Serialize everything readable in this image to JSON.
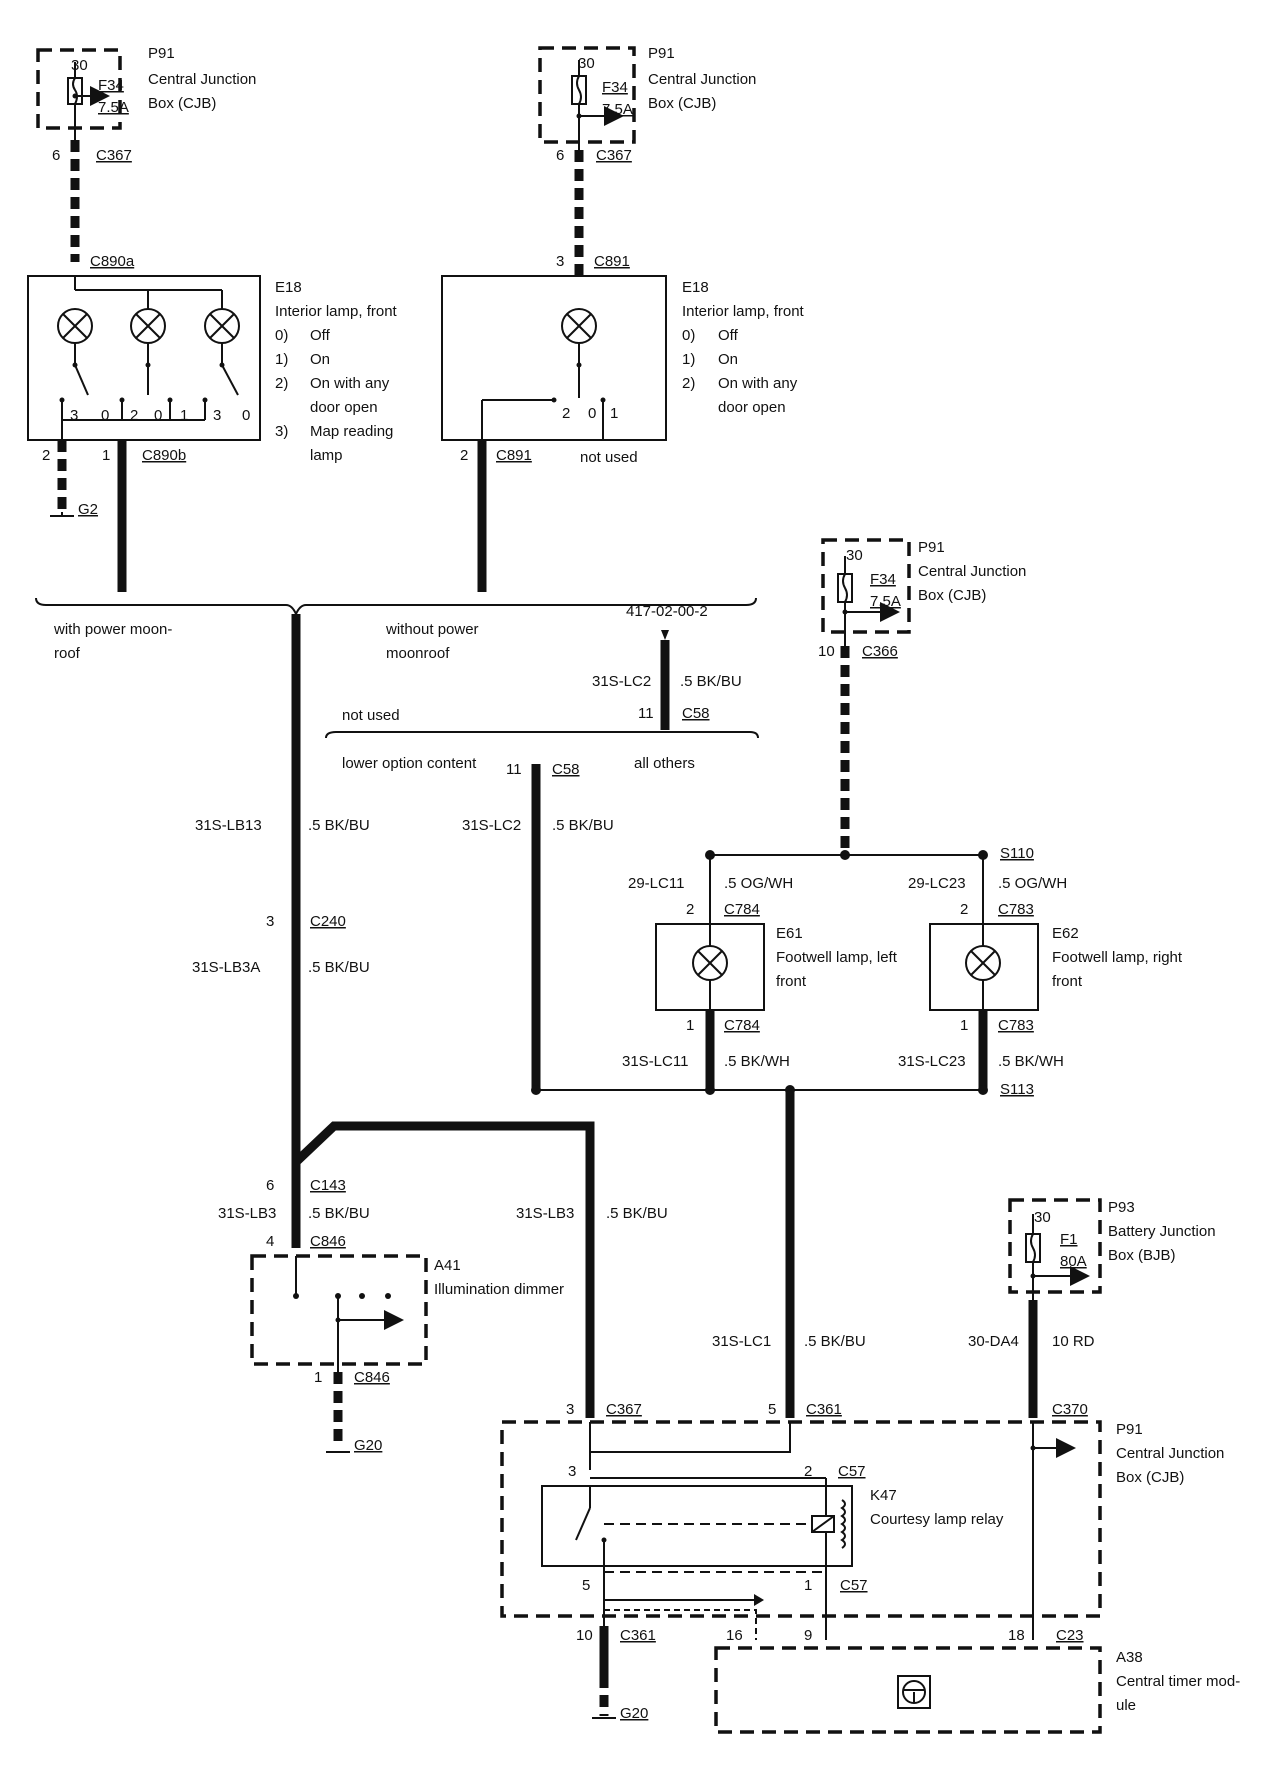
{
  "fuses": [
    {
      "pin": "30",
      "code": "P91",
      "fuse": "F34",
      "amp": "7.5A",
      "name1": "Central Junction",
      "name2": "Box (CJB)",
      "pin_out": "6",
      "conn": "C367"
    },
    {
      "pin": "30",
      "code": "P91",
      "fuse": "F34",
      "amp": "7.5A",
      "name1": "Central Junction",
      "name2": "Box (CJB)",
      "pin_out": "6",
      "conn": "C367"
    },
    {
      "pin": "30",
      "code": "P91",
      "fuse": "F34",
      "amp": "7.5A",
      "name1": "Central Junction",
      "name2": "Box (CJB)",
      "pin_out": "10",
      "conn": "C366"
    },
    {
      "pin": "30",
      "code": "P93",
      "fuse": "F1",
      "amp": "80A",
      "name1": "Battery Junction",
      "name2": "Box (BJB)",
      "pin_out": "",
      "conn": ""
    }
  ],
  "lamp_left": {
    "conn_top": "C890a",
    "code": "E18",
    "lines": [
      "Interior lamp, front",
      "0)",
      "Off",
      "1)",
      "On",
      "2)",
      "On with any",
      "door open",
      "3)",
      "Map reading",
      "lamp"
    ],
    "contacts": [
      "3",
      "0",
      "2",
      "0",
      "1",
      "3",
      "0"
    ],
    "pin_a": "2",
    "pin_b": "1",
    "conn_bottom": "C890b",
    "ground": "G2"
  },
  "lamp_right": {
    "pin_top": "3",
    "conn_top": "C891",
    "code": "E18",
    "lines": [
      "Interior lamp, front",
      "0)",
      "Off",
      "1)",
      "On",
      "2)",
      "On with any",
      "door open"
    ],
    "contacts": [
      "2",
      "0",
      "1"
    ],
    "pin_bottom": "2",
    "conn_bottom": "C891",
    "not_used": "not used"
  },
  "branch1": {
    "left": "with power moon-",
    "left2": "roof",
    "right": "without power",
    "right2": "moonroof"
  },
  "ref": "417-02-00-2",
  "branch2": {
    "wire": "31S-LC2",
    "gauge": ".5 BK/BU",
    "pin": "11",
    "conn": "C58",
    "not_used": "not used",
    "lower": "lower option content",
    "others": "all others",
    "pin2": "11",
    "conn2": "C58"
  },
  "wires": {
    "lb13": "31S-LB13",
    "lb13_g": ".5 BK/BU",
    "lc2": "31S-LC2",
    "lc2_g": ".5 BK/BU",
    "c240_pin": "3",
    "c240": "C240",
    "lb3a": "31S-LB3A",
    "lb3a_g": ".5 BK/BU",
    "c143_pin": "6",
    "c143": "C143",
    "lb3": "31S-LB3",
    "lb3_g": ".5 BK/BU",
    "lb3b": "31S-LB3",
    "lb3b_g": ".5 BK/BU",
    "c846_pin": "4",
    "c846": "C846",
    "c846b_pin": "1",
    "c846b": "C846",
    "ground20": "G20",
    "lc1": "31S-LC1",
    "lc1_g": ".5 BK/BU",
    "da4": "30-DA4",
    "da4_g": "10 RD",
    "lc11": "29-LC11",
    "lc11_g": ".5 OG/WH",
    "lc23": "29-LC23",
    "lc23_g": ".5 OG/WH",
    "s110": "S110",
    "bk11": "31S-LC11",
    "bk11_g": ".5 BK/WH",
    "bk23": "31S-LC23",
    "bk23_g": ".5 BK/WH",
    "s113": "S113"
  },
  "footwell_left": {
    "code": "E61",
    "l1": "Footwell lamp, left",
    "l2": "front",
    "pin_top": "2",
    "conn_top": "C784",
    "pin_bottom": "1",
    "conn_bottom": "C784"
  },
  "footwell_right": {
    "code": "E62",
    "l1": "Footwell lamp, right",
    "l2": "front",
    "pin_top": "2",
    "conn_top": "C783",
    "pin_bottom": "1",
    "conn_bottom": "C783"
  },
  "dimmer": {
    "code": "A41",
    "name": "Illumination dimmer"
  },
  "cjb_bottom": {
    "code": "P91",
    "name1": "Central Junction",
    "name2": "Box (CJB)",
    "p3": "3",
    "c367": "C367",
    "p5": "5",
    "c361": "C361",
    "c370": "C370",
    "in3": "3",
    "in2": "2",
    "c57a": "C57",
    "in5": "5",
    "in1": "1",
    "c57b": "C57",
    "out10": "10",
    "c361b": "C361",
    "ground": "G20"
  },
  "relay": {
    "code": "K47",
    "name": "Courtesy lamp relay"
  },
  "timer": {
    "code": "A38",
    "name1": "Central timer mod-",
    "name2": "ule",
    "p16": "16",
    "p9": "9",
    "p18": "18",
    "conn": "C23"
  }
}
